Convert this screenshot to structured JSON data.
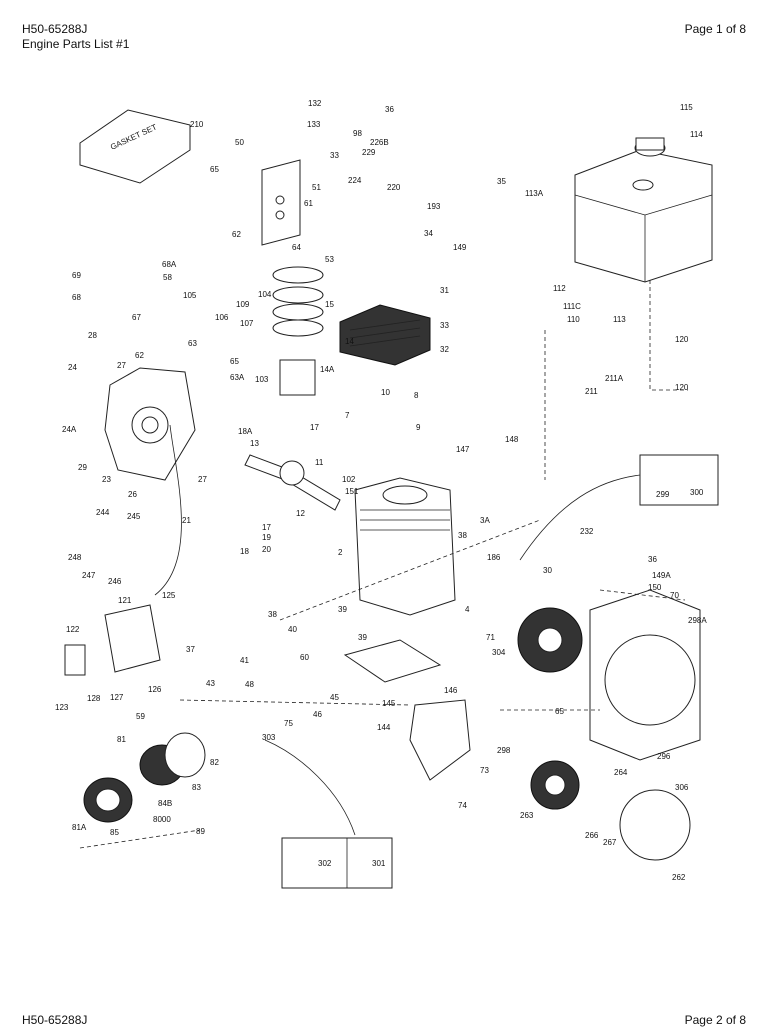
{
  "header": {
    "doc_id": "H50-65288J",
    "doc_title": "Engine Parts List #1",
    "page": "Page 1 of 8"
  },
  "footer": {
    "doc_id": "H50-65288J",
    "page": "Page 2 of 8"
  },
  "gasket_set_label": "GASKET SET",
  "part_labels": [
    "132",
    "36",
    "115",
    "210",
    "50",
    "133",
    "98",
    "114",
    "226B",
    "229",
    "33",
    "35",
    "224",
    "113A",
    "220",
    "193",
    "65",
    "51",
    "31",
    "61",
    "62",
    "34",
    "149",
    "112",
    "53",
    "64",
    "69",
    "58",
    "68A",
    "68",
    "105",
    "104",
    "15",
    "33",
    "111C",
    "113",
    "67",
    "106",
    "109",
    "107",
    "14",
    "32",
    "28",
    "27",
    "63",
    "65",
    "14A",
    "120",
    "62",
    "24",
    "63A",
    "110",
    "24A",
    "103",
    "8",
    "10",
    "211",
    "211A",
    "120",
    "29",
    "18A",
    "17",
    "7",
    "9",
    "147",
    "148",
    "23",
    "11",
    "13",
    "27",
    "102",
    "151",
    "299",
    "300",
    "26",
    "21",
    "12",
    "3A",
    "232",
    "244",
    "245",
    "248",
    "247",
    "246",
    "17",
    "19",
    "20",
    "18",
    "38",
    "186",
    "30",
    "36",
    "149A",
    "150",
    "2",
    "4",
    "71",
    "304",
    "70",
    "121",
    "125",
    "37",
    "38",
    "40",
    "39",
    "39",
    "298A",
    "122",
    "127",
    "126",
    "43",
    "41",
    "60",
    "146",
    "123",
    "128",
    "48",
    "45",
    "46",
    "59",
    "145",
    "144",
    "298",
    "65",
    "75",
    "303",
    "81",
    "82",
    "83",
    "73",
    "264",
    "296",
    "306",
    "84B",
    "81A",
    "85",
    "89",
    "8000",
    "74",
    "263",
    "266",
    "267",
    "262",
    "302",
    "301"
  ]
}
